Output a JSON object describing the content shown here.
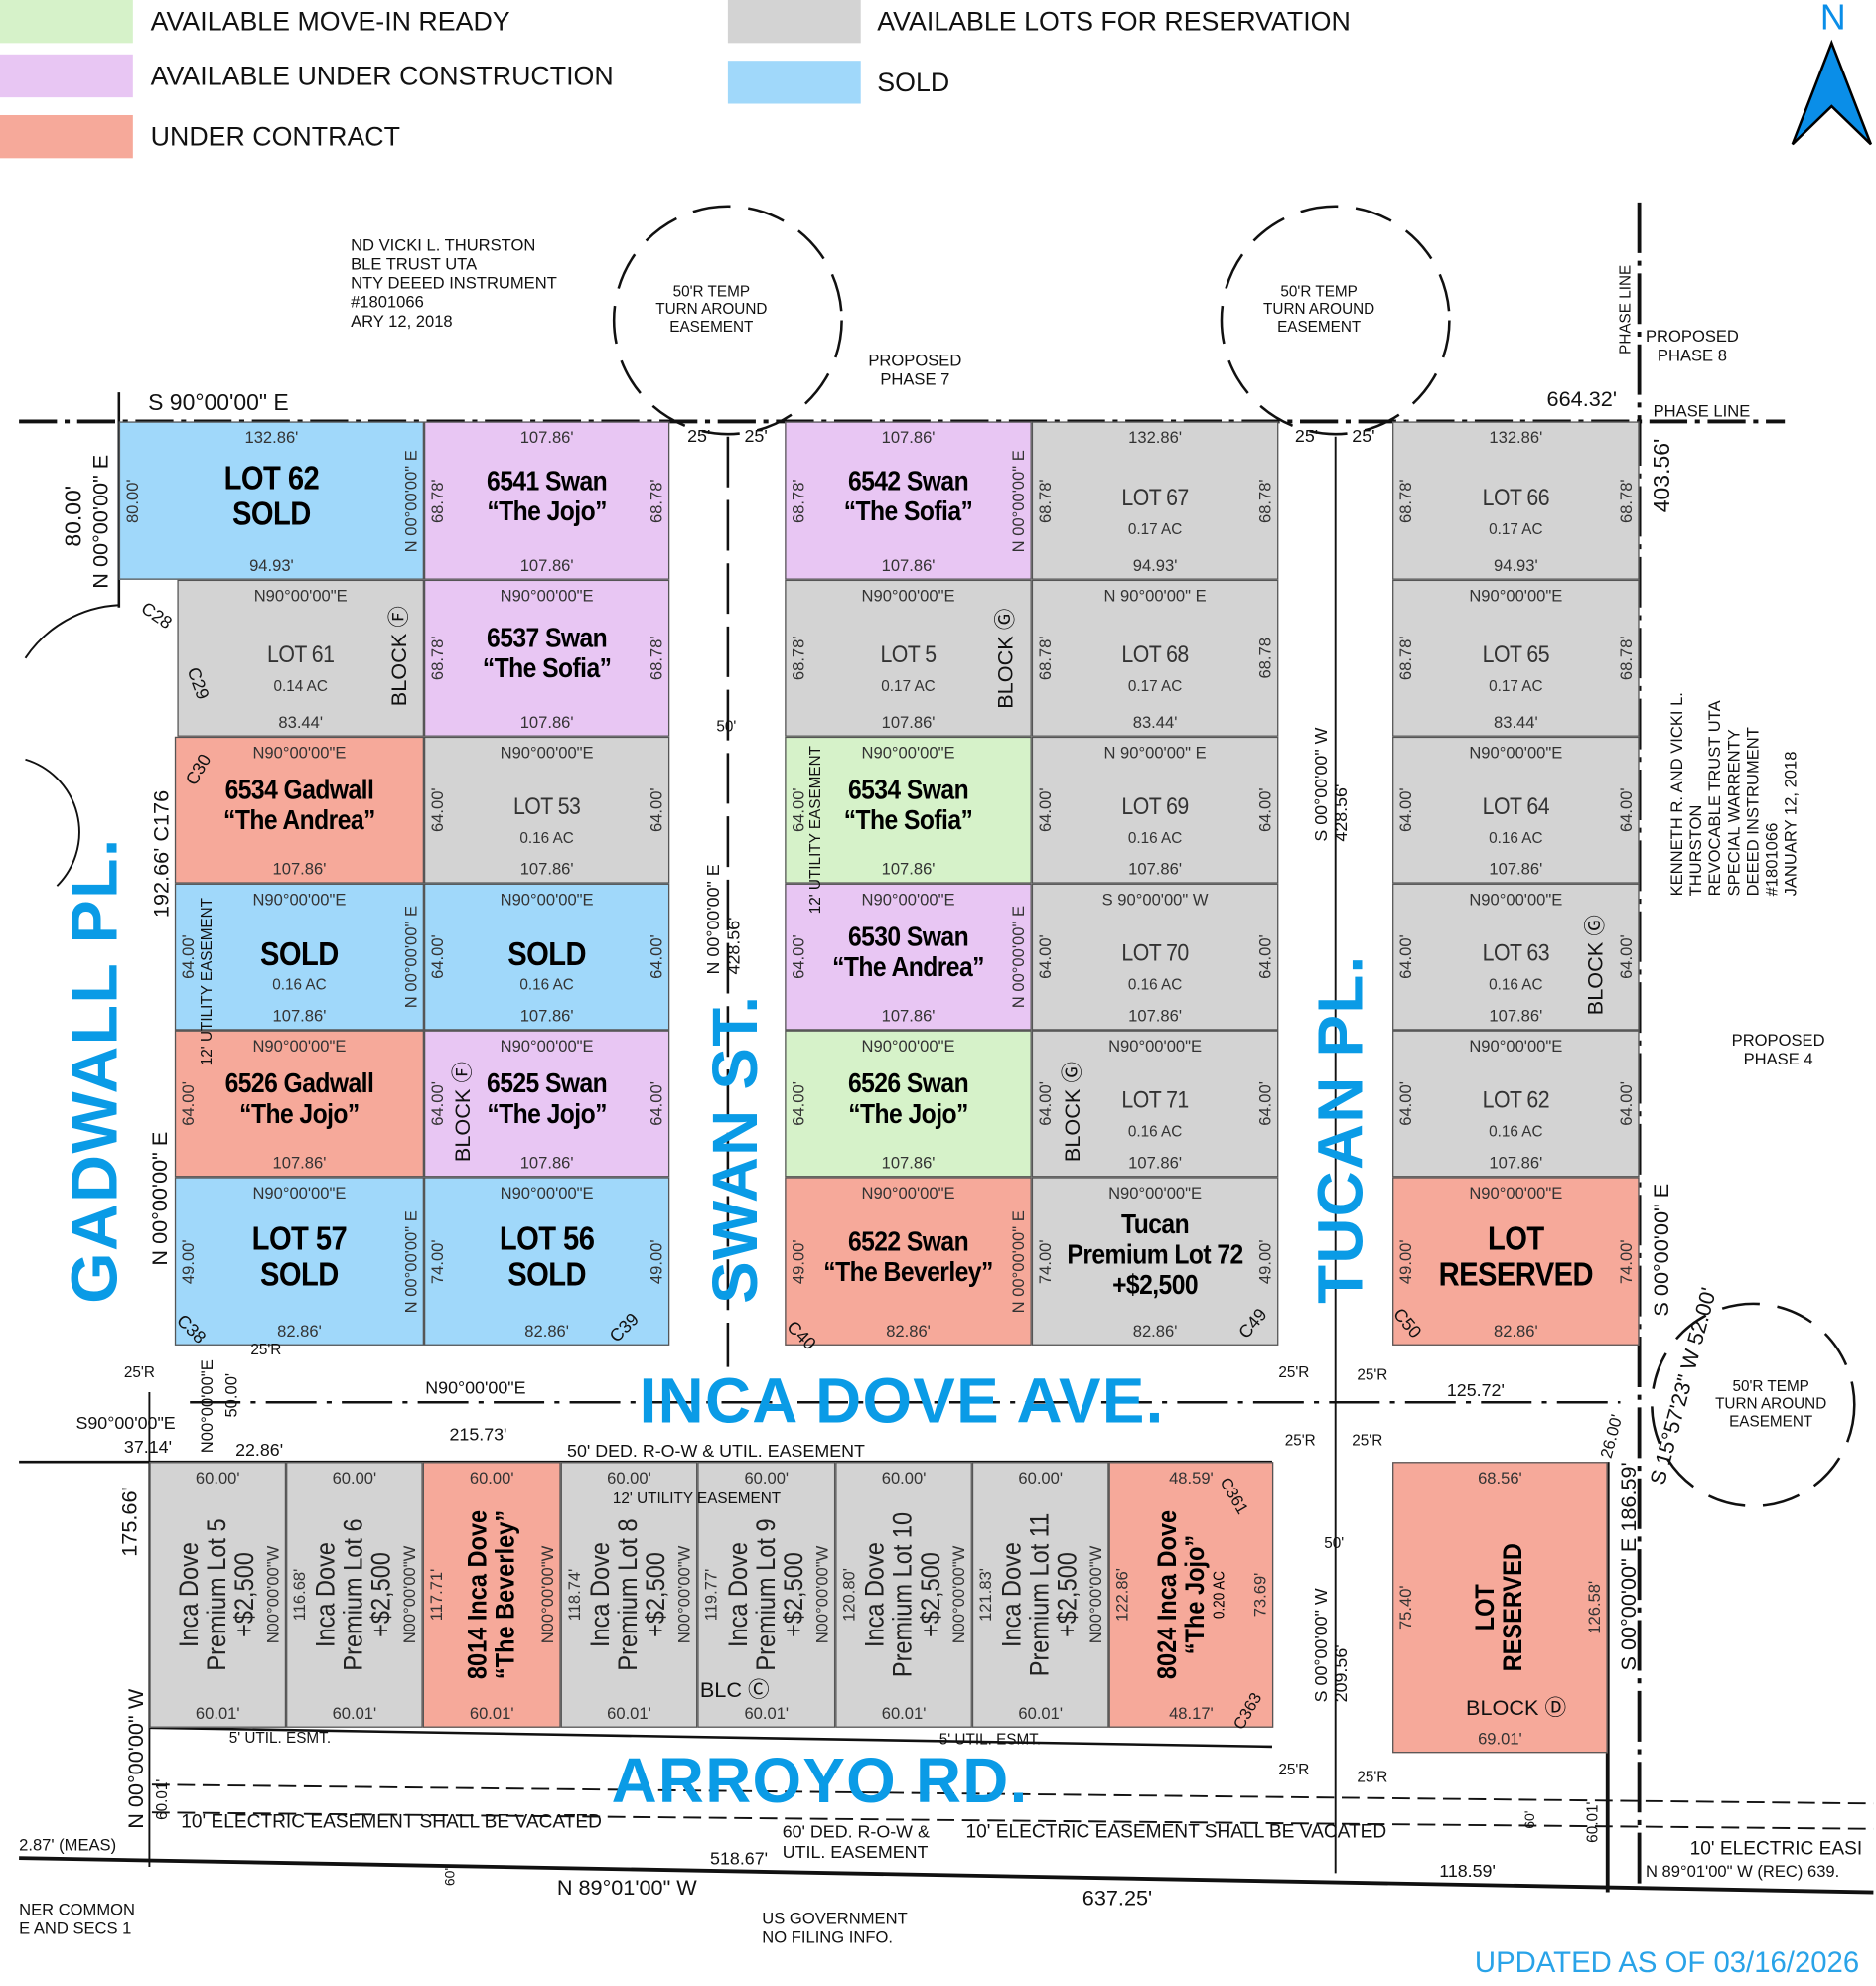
{
  "legend": [
    {
      "label": "AVAILABLE MOVE-IN READY",
      "color": "#d6f2c9"
    },
    {
      "label": "AVAILABLE UNDER CONSTRUCTION",
      "color": "#e8c6f3"
    },
    {
      "label": "UNDER CONTRACT",
      "color": "#f6a99a"
    },
    {
      "label": "AVAILABLE LOTS FOR RESERVATION",
      "color": "#d3d3d3"
    },
    {
      "label": "SOLD",
      "color": "#a0d8fa"
    }
  ],
  "north_arrow": {
    "label": "N",
    "icon": "north-arrow-icon",
    "color": "#0a8ee8"
  },
  "status_colors": {
    "ready": "#d6f2c9",
    "construction": "#e8c6f3",
    "contract": "#f6a99a",
    "available": "#d3d3d3",
    "sold": "#a0d8fa"
  },
  "streets": [
    "GADWALL PL.",
    "SWAN ST.",
    "TUCAN PL.",
    "INCA DOVE AVE.",
    "ARROYO RD."
  ],
  "updated": "UPDATED AS OF 03/16/2026",
  "lots": [
    {
      "status": "sold",
      "title": "LOT 62\nSOLD",
      "top": "132.86'",
      "bottom": "94.93'",
      "left": "80.00'",
      "right": "N 00°00'00\" E"
    },
    {
      "status": "construction",
      "title": "6541 Swan\n“The Jojo”",
      "top": "107.86'",
      "bottom": "107.86'",
      "left": "68.78'",
      "right": "68.78'"
    },
    {
      "status": "available",
      "title": "LOT 61",
      "sub": "0.14 AC",
      "top": "N90°00'00\"E",
      "bottom": "83.44'"
    },
    {
      "status": "construction",
      "title": "6537 Swan\n“The Sofia”",
      "top": "N90°00'00\"E",
      "bottom": "107.86'",
      "left": "68.78'",
      "right": "68.78'"
    },
    {
      "status": "contract",
      "title": "6534 Gadwall\n“The Andrea”",
      "top": "N90°00'00\"E",
      "bottom": "107.86'"
    },
    {
      "status": "available",
      "title": "LOT 53",
      "sub": "0.16 AC",
      "top": "N90°00'00\"E",
      "bottom": "107.86'",
      "left": "64.00'",
      "right": "64.00'"
    },
    {
      "status": "sold",
      "title": "SOLD",
      "sub": "0.16 AC",
      "top": "N90°00'00\"E",
      "bottom": "107.86'",
      "left": "64.00'",
      "right": "N 00°00'00\" E"
    },
    {
      "status": "sold",
      "title": "SOLD",
      "sub": "0.16 AC",
      "top": "N90°00'00\"E",
      "bottom": "107.86'",
      "left": "64.00'",
      "right": "64.00'"
    },
    {
      "status": "contract",
      "title": "6526 Gadwall\n“The Jojo”",
      "top": "N90°00'00\"E",
      "bottom": "107.86'",
      "left": "64.00'"
    },
    {
      "status": "construction",
      "title": "6525 Swan\n“The Jojo”",
      "top": "N90°00'00\"E",
      "bottom": "107.86'",
      "left": "64.00'",
      "right": "64.00'"
    },
    {
      "status": "sold",
      "title": "LOT 57\nSOLD",
      "top": "N90°00'00\"E",
      "bottom": "82.86'",
      "left": "49.00'",
      "right": "N 00°00'00\" E"
    },
    {
      "status": "sold",
      "title": "LOT 56\nSOLD",
      "top": "N90°00'00\"E",
      "bottom": "82.86'",
      "left": "74.00'",
      "right": "49.00'"
    },
    {
      "status": "construction",
      "title": "6542 Swan\n“The Sofia”",
      "top": "107.86'",
      "bottom": "107.86'",
      "left": "68.78'",
      "right": "N 00°00'00\" E"
    },
    {
      "status": "available",
      "title": "LOT 67",
      "sub": "0.17 AC",
      "top": "132.86'",
      "bottom": "94.93'",
      "left": "68.78'",
      "right": "68.78'"
    },
    {
      "status": "available",
      "title": "LOT 5",
      "sub": "0.17 AC",
      "top": "N90°00'00\"E",
      "bottom": "107.86'",
      "left": "68.78'"
    },
    {
      "status": "available",
      "title": "LOT 68",
      "sub": "0.17 AC",
      "top": "N 90°00'00\" E",
      "bottom": "83.44'",
      "left": "68.78'",
      "right": "68.78"
    },
    {
      "status": "ready",
      "title": "6534 Swan\n“The Sofia”",
      "top": "N90°00'00\"E",
      "bottom": "107.86'",
      "left": "64.00'"
    },
    {
      "status": "available",
      "title": "LOT 69",
      "sub": "0.16 AC",
      "top": "N 90°00'00\" E",
      "bottom": "107.86'",
      "left": "64.00'",
      "right": "64.00'"
    },
    {
      "status": "construction",
      "title": "6530 Swan\n“The Andrea”",
      "top": "N90°00'00\"E",
      "bottom": "107.86'",
      "left": "64.00'",
      "right": "N 00°00'00\" E"
    },
    {
      "status": "available",
      "title": "LOT 70",
      "sub": "0.16 AC",
      "top": "S 90°00'00\" W",
      "bottom": "107.86'",
      "left": "64.00'",
      "right": "64.00'"
    },
    {
      "status": "ready",
      "title": "6526 Swan\n“The Jojo”",
      "top": "N90°00'00\"E",
      "bottom": "107.86'",
      "left": "64.00'"
    },
    {
      "status": "available",
      "title": "LOT 71",
      "sub": "0.16 AC",
      "top": "N90°00'00\"E",
      "bottom": "107.86'",
      "left": "64.00'",
      "right": "64.00'"
    },
    {
      "status": "contract",
      "title": "6522 Swan\n“The Beverley”",
      "top": "N90°00'00\"E",
      "bottom": "82.86'",
      "left": "49.00'",
      "right": "N 00°00'00\" E"
    },
    {
      "status": "available",
      "title": "Tucan\nPremium Lot 72\n+$2,500",
      "top": "N90°00'00\"E",
      "bottom": "82.86'",
      "left": "74.00'",
      "right": "49.00'"
    },
    {
      "status": "available",
      "title": "LOT 66",
      "sub": "0.17 AC",
      "top": "132.86'",
      "bottom": "94.93'",
      "left": "68.78'",
      "right": "68.78'"
    },
    {
      "status": "available",
      "title": "LOT 65",
      "sub": "0.17 AC",
      "top": "N90°00'00\"E",
      "bottom": "83.44'",
      "left": "68.78'",
      "right": "68.78'"
    },
    {
      "status": "available",
      "title": "LOT 64",
      "sub": "0.16 AC",
      "top": "N90°00'00\"E",
      "bottom": "107.86'",
      "left": "64.00'",
      "right": "64.00'"
    },
    {
      "status": "available",
      "title": "LOT 63",
      "sub": "0.16 AC",
      "top": "N90°00'00\"E",
      "bottom": "107.86'",
      "left": "64.00'",
      "right": "64.00'"
    },
    {
      "status": "available",
      "title": "LOT 62",
      "sub": "0.16 AC",
      "top": "N90°00'00\"E",
      "bottom": "107.86'",
      "left": "64.00'",
      "right": "64.00'"
    },
    {
      "status": "contract",
      "title": "LOT\nRESERVED",
      "top": "N90°00'00\"E",
      "bottom": "82.86'",
      "left": "49.00'",
      "right": "74.00'"
    },
    {
      "status": "available",
      "vertical": true,
      "title": "Inca Dove\nPremium Lot 5\n+$2,500",
      "top": "60.00'",
      "bottom": "60.01'",
      "right": "N00°00'00\"W"
    },
    {
      "status": "available",
      "vertical": true,
      "title": "Inca Dove\nPremium Lot 6\n+$2,500",
      "top": "60.00'",
      "bottom": "60.01'",
      "left": "116.68'",
      "right": "N00°00'00\"W"
    },
    {
      "status": "contract",
      "vertical": true,
      "bold": true,
      "title": "8014 Inca Dove\n“The Beverley”",
      "top": "60.00'",
      "bottom": "60.01'",
      "left": "117.71'",
      "right": "N00°00'00\"W"
    },
    {
      "status": "available",
      "vertical": true,
      "title": "Inca Dove\nPremium Lot 8\n+$2,500",
      "top": "60.00'",
      "bottom": "60.01'",
      "left": "118.74'",
      "right": "N00°00'00\"W"
    },
    {
      "status": "available",
      "vertical": true,
      "title": "Inca Dove\nPremium Lot 9\n+$2,500",
      "top": "60.00'",
      "bottom": "60.01'",
      "left": "119.77'",
      "right": "N00°00'00\"W"
    },
    {
      "status": "available",
      "vertical": true,
      "title": "Inca Dove\nPremium Lot 10\n+$2,500",
      "top": "60.00'",
      "bottom": "60.01'",
      "left": "120.80'",
      "right": "N00°00'00\"W"
    },
    {
      "status": "available",
      "vertical": true,
      "title": "Inca Dove\nPremium Lot 11\n+$2,500",
      "top": "60.00'",
      "bottom": "60.01'",
      "left": "121.83'",
      "right": "N00°00'00\"W"
    },
    {
      "status": "contract",
      "vertical": true,
      "bold": true,
      "title": "8024 Inca Dove\n“The Jojo”",
      "sub": "0.20 AC",
      "top": "48.59'",
      "bottom": "48.17'",
      "left": "122.86'",
      "right": "73.69'"
    },
    {
      "status": "contract",
      "vertical": true,
      "bold": true,
      "title": "LOT\nRESERVED",
      "top": "68.56'",
      "bottom": "69.01'",
      "left": "75.40'",
      "right": "126.58'"
    }
  ],
  "annotations": [
    "ND VICKI L. THURSTON\nBLE TRUST UTA\nNTY DEEED INSTRUMENT\n#1801066\nARY 12, 2018",
    "50'R TEMP\nTURN AROUND\nEASEMENT",
    "50'R TEMP\nTURN AROUND\nEASEMENT",
    "50'R TEMP\nTURN AROUND\nEASEMENT",
    "PROPOSED\nPHASE 7",
    "PROPOSED\nPHASE 8",
    "PROPOSED\nPHASE 4",
    "PHASE LINE",
    "PHASE LINE",
    "S 90°00'00\" E",
    "664.32'",
    "403.56'",
    "KENNETH R. AND VICKI L. THURSTON\nREVOCABLE TRUST UTA\nSPECIAL WARRENTY DEEED INSTRUMENT\n#1801066\nJANUARY 12, 2018",
    "80.00'",
    "N 00°00'00\" E",
    "192.66' C176",
    "N 00°00'00\" E",
    "25'",
    "25'",
    "25'",
    "25'",
    "50'",
    "N 00°00'00\" E\n428.56'",
    "S 00°00'00\" W\n428.56'",
    "N90°00'00\"E",
    "215.73'",
    "S90°00'00\"E",
    "37.14'",
    "22.86'",
    "125.72'",
    "50' DED. R-O-W & UTIL. EASEMENT",
    "12' UTILITY EASEMENT",
    "175.66'",
    "N 00°00'00\" W",
    "10' ELECTRIC EASEMENT SHALL BE VACATED",
    "10' ELECTRIC EASEMENT SHALL BE VACATED",
    "60' DED. R-O-W &\nUTIL. EASEMENT",
    "518.67'",
    "N 89°01'00\" W",
    "637.25'",
    "118.59'",
    "10' ELECTRIC EASI",
    "N 89°01'00\" W (REC)   639.",
    "2.87' (MEAS)",
    "NER COMMON\nE AND SECS 1",
    "US GOVERNMENT\nNO FILING INFO.",
    "S 00°00'00\" W\n209.56'",
    "S 00°00'00\" E",
    "S 00°00'00\" E   186.59'",
    "S 15°57'23\" W  52.00'",
    "26.00'",
    "50'",
    "BLOCK Ⓕ",
    "BLOCK Ⓕ",
    "BLOCK Ⓖ",
    "BLOCK Ⓖ",
    "BLOCK Ⓖ",
    "BLOCK Ⓓ",
    "BLC Ⓒ",
    "25'R",
    "25'R",
    "25'R",
    "25'R",
    "25'R",
    "25'R",
    "25'R",
    "25'R",
    "C28",
    "C29",
    "C30",
    "C38",
    "C39",
    "C40",
    "C49",
    "C50",
    "C361",
    "C363",
    "50.00'",
    "N00°00'00\"E",
    "12' UTILITY EASEMENT",
    "12' UTILITY EASEMENT",
    "5' UTIL. ESMT.",
    "5' UTIL. ESMT.",
    "60'",
    "60.01'",
    "60'",
    "60.01'"
  ]
}
